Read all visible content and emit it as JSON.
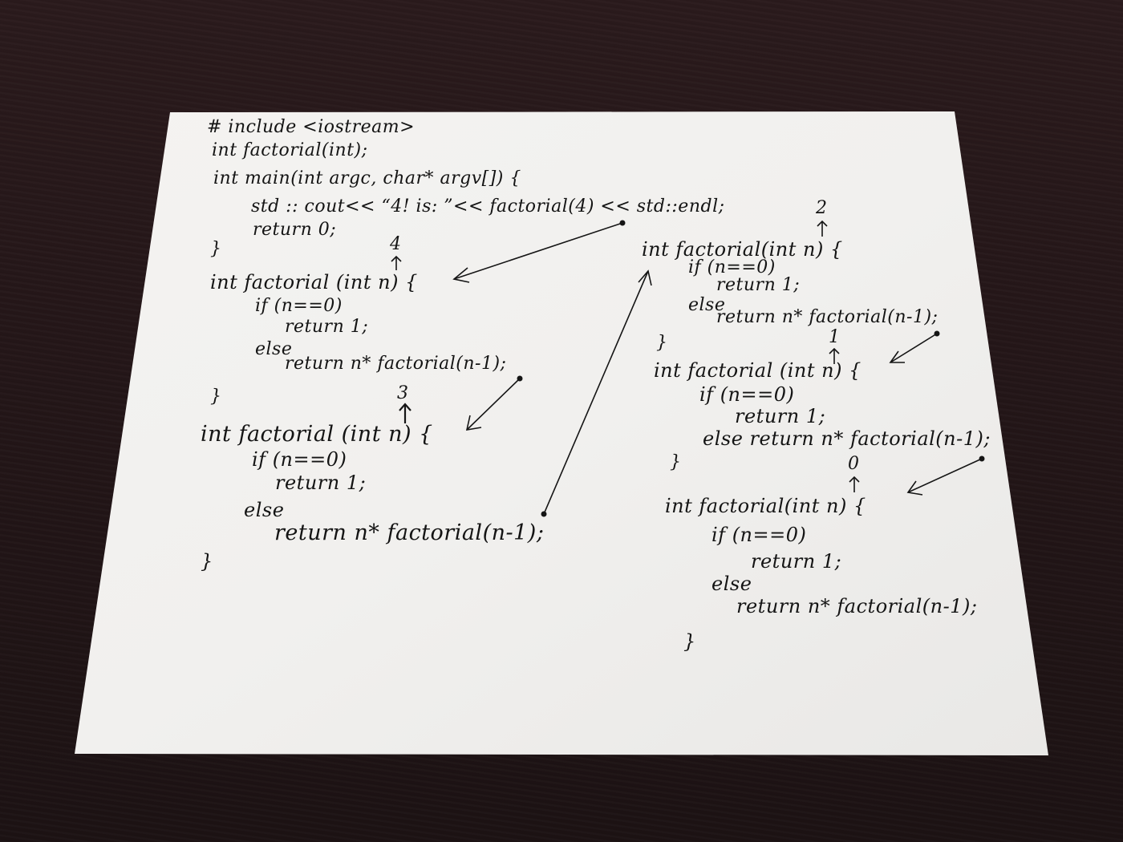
{
  "paper": {
    "color": "#f3f2f0",
    "ink_color": "#141414"
  },
  "block_main": {
    "include": "# include <iostream>",
    "prototype": "int factorial(int);",
    "main_signature": "int main(int argc, char* argv[]) {",
    "cout_line": "std :: cout<< “4! is: ”<< factorial(4) << std::endl;",
    "return_line": "return 0;",
    "close": "}"
  },
  "block_n4": {
    "arg": "4",
    "signature": "int factorial (int n) {",
    "if_line": "if (n==0)",
    "return_one": "return 1;",
    "else_line": "else",
    "recursive_return": "return n* factorial(n-1);",
    "close": "}"
  },
  "block_n3": {
    "arg": "3",
    "signature": "int factorial (int n) {",
    "if_line": "if (n==0)",
    "return_one": "return 1;",
    "else_line": "else",
    "recursive_return": "return n* factorial(n-1);",
    "close": "}"
  },
  "block_n2": {
    "arg": "2",
    "signature": "int factorial(int n) {",
    "if_line": "if (n==0)",
    "return_one": "return 1;",
    "else_line": "else",
    "recursive_return": "return n* factorial(n-1);",
    "close": "}"
  },
  "block_n1": {
    "arg": "1",
    "signature": "int factorial (int n) {",
    "if_line": "if (n==0)",
    "return_one": "return 1;",
    "else_recursive": "else return n* factorial(n-1);",
    "close": "}"
  },
  "block_n0": {
    "arg": "0",
    "signature": "int factorial(int n) {",
    "if_line": "if (n==0)",
    "return_one": "return 1;",
    "else_line": "else",
    "recursive_return": "return n* factorial(n-1);",
    "close": "}"
  }
}
